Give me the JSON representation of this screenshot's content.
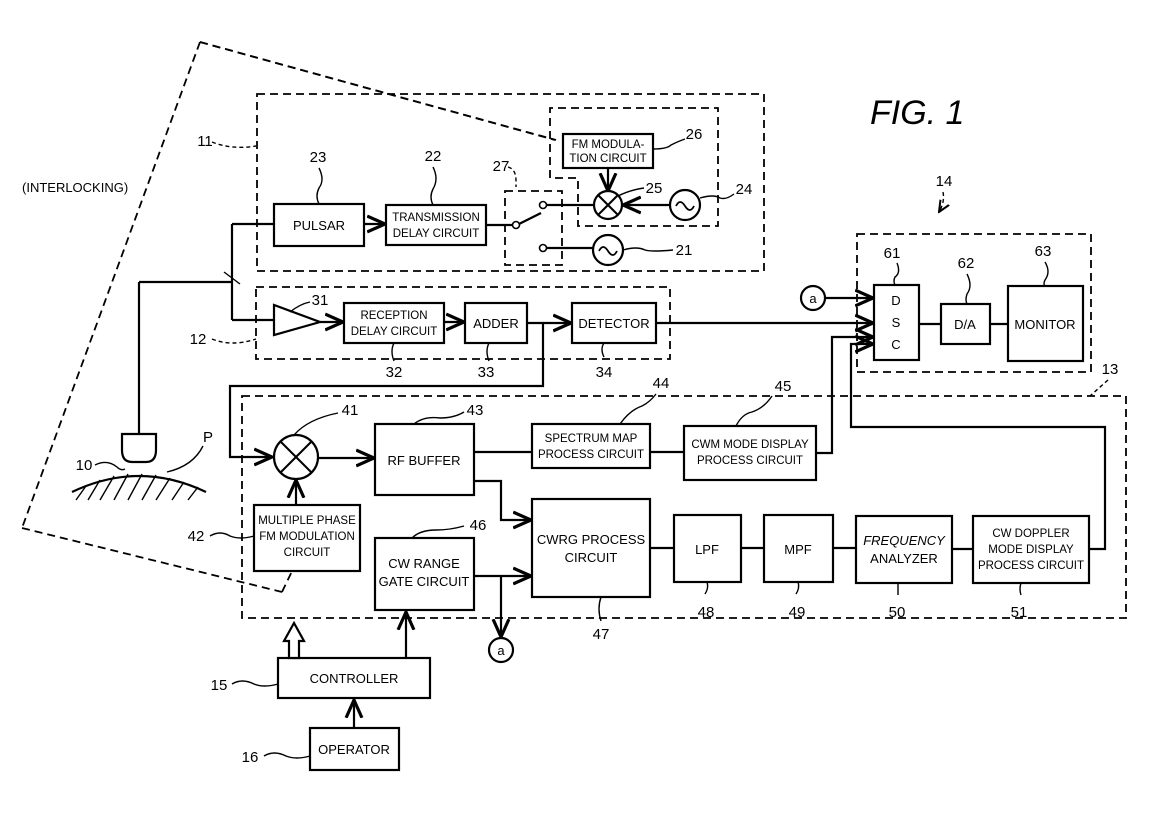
{
  "figure": {
    "title": "FIG.  1",
    "note": "(INTERLOCKING)"
  },
  "blocks": {
    "pulsar": {
      "ref": "23",
      "lines": [
        "PULSAR"
      ]
    },
    "tx_delay": {
      "ref": "22",
      "lines": [
        "TRANSMISSION",
        "DELAY CIRCUIT"
      ]
    },
    "fm_mod": {
      "ref": "26",
      "lines": [
        "FM MODULA-",
        "TION CIRCUIT"
      ]
    },
    "mixer25": {
      "ref": "25"
    },
    "osc24": {
      "ref": "24"
    },
    "osc21": {
      "ref": "21"
    },
    "switch27": {
      "ref": "27"
    },
    "amp31": {
      "ref": "31"
    },
    "rx_delay": {
      "ref": "32",
      "lines": [
        "RECEPTION",
        "DELAY CIRCUIT"
      ]
    },
    "adder": {
      "ref": "33",
      "lines": [
        "ADDER"
      ]
    },
    "detector": {
      "ref": "34",
      "lines": [
        "DETECTOR"
      ]
    },
    "mixer41": {
      "ref": "41"
    },
    "multi_fm": {
      "ref": "42",
      "lines": [
        "MULTIPLE PHASE",
        "FM MODULATION",
        "CIRCUIT"
      ]
    },
    "rf_buffer": {
      "ref": "43",
      "lines": [
        "RF BUFFER"
      ]
    },
    "spectrum": {
      "ref": "44",
      "lines": [
        "SPECTRUM MAP",
        "PROCESS CIRCUIT"
      ]
    },
    "cwm_display": {
      "ref": "45",
      "lines": [
        "CWM MODE DISPLAY",
        "PROCESS CIRCUIT"
      ]
    },
    "cw_range": {
      "ref": "46",
      "lines": [
        "CW RANGE",
        "GATE CIRCUIT"
      ]
    },
    "cwrg": {
      "ref": "47",
      "lines": [
        "CWRG PROCESS",
        "CIRCUIT"
      ]
    },
    "lpf": {
      "ref": "48",
      "lines": [
        "LPF"
      ]
    },
    "mpf": {
      "ref": "49",
      "lines": [
        "MPF"
      ]
    },
    "freq": {
      "ref": "50",
      "lines": [
        "FREQUENCY",
        "ANALYZER"
      ]
    },
    "cw_doppler": {
      "ref": "51",
      "lines": [
        "CW DOPPLER",
        "MODE DISPLAY",
        "PROCESS CIRCUIT"
      ]
    },
    "dsc": {
      "ref": "61",
      "lines": [
        "D",
        "S",
        "C"
      ]
    },
    "da": {
      "ref": "62",
      "lines": [
        "D/A"
      ]
    },
    "monitor": {
      "ref": "63",
      "lines": [
        "MONITOR"
      ]
    },
    "controller": {
      "ref": "15",
      "lines": [
        "CONTROLLER"
      ]
    },
    "operator": {
      "ref": "16",
      "lines": [
        "OPERATOR"
      ]
    }
  },
  "groups": {
    "tx": "11",
    "rx": "12",
    "cw": "13",
    "display": "14"
  },
  "probe": {
    "ref": "10",
    "patient": "P"
  },
  "connector": {
    "label": "a"
  }
}
